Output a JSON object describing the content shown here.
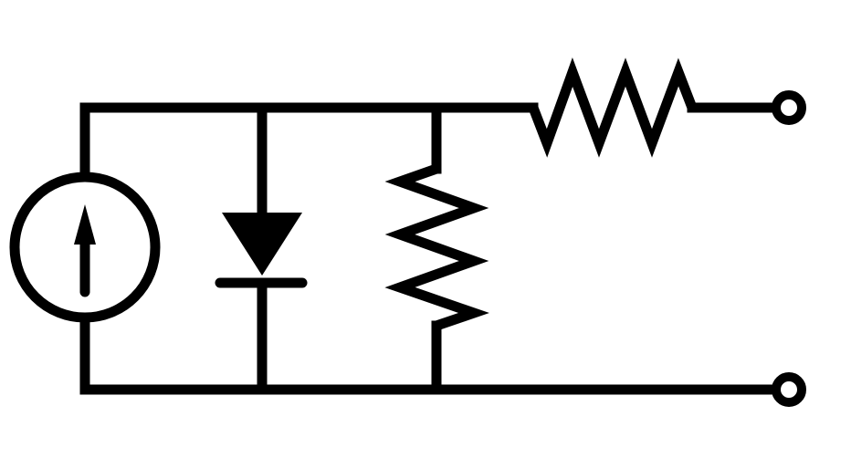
{
  "diagram": {
    "type": "circuit-schematic",
    "colors": {
      "stroke": "#000000",
      "background": "#ffffff"
    },
    "components": [
      {
        "name": "current-source",
        "icon": "current-source-icon"
      },
      {
        "name": "diode",
        "icon": "diode-icon"
      },
      {
        "name": "shunt-resistor",
        "icon": "resistor-icon"
      },
      {
        "name": "series-resistor",
        "icon": "resistor-icon"
      },
      {
        "name": "output-terminal-top",
        "icon": "terminal-icon"
      },
      {
        "name": "output-terminal-bottom",
        "icon": "terminal-icon"
      }
    ]
  }
}
